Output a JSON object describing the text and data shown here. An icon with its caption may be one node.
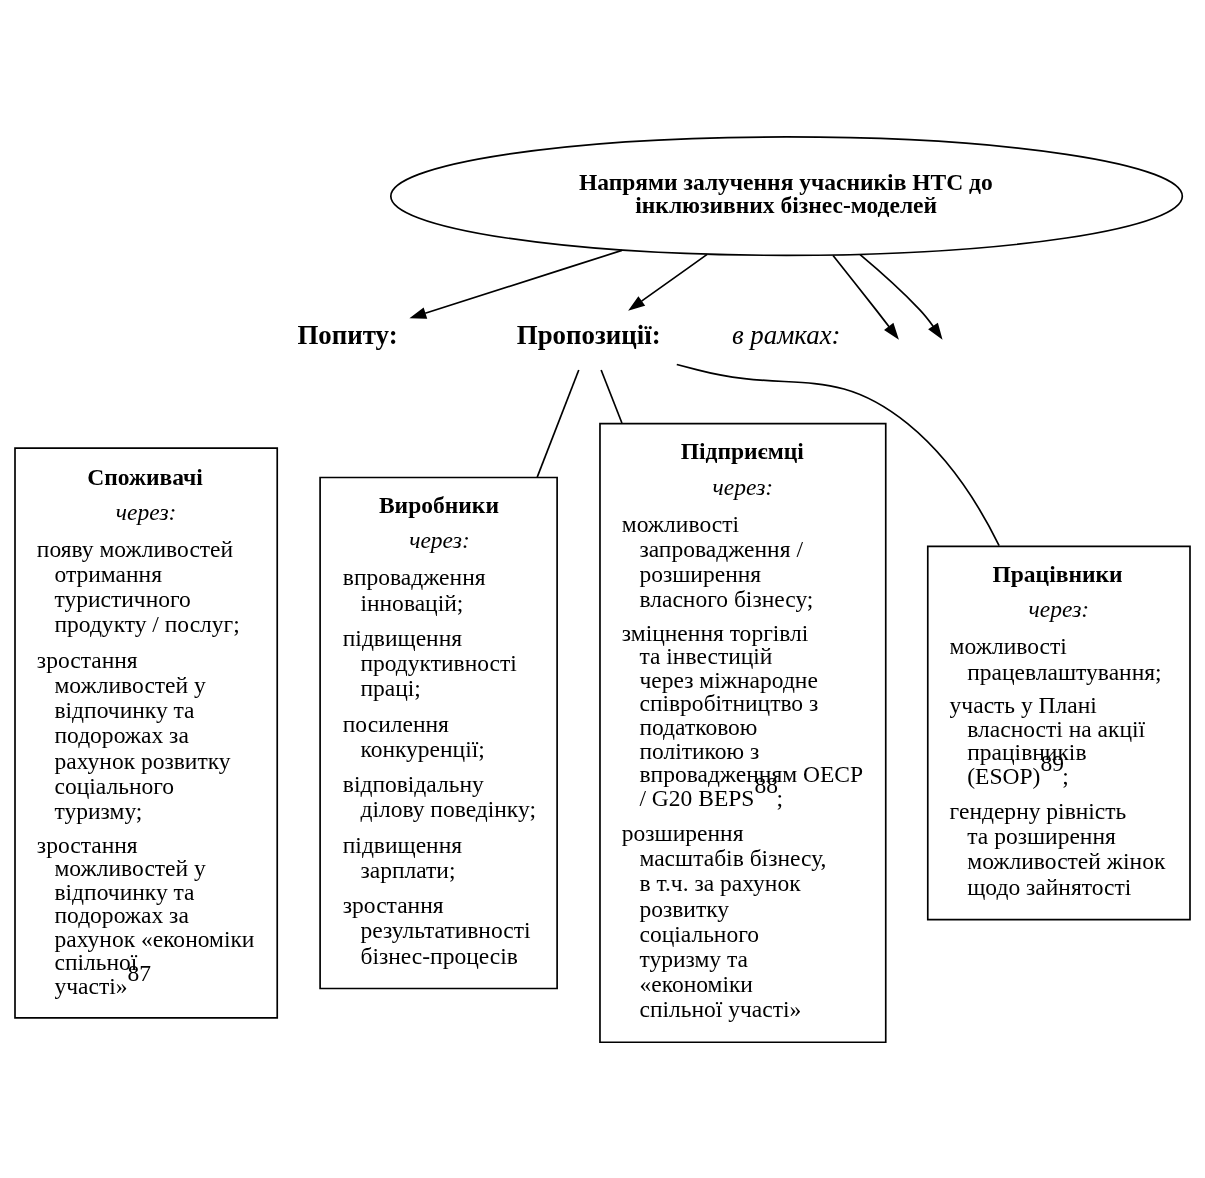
{
  "diagram": {
    "nodes": [
      {
        "text": [
          "Напрями залучення учасників НТС до інклюзивних бізнес-моделей"
        ]
      },
      {
        "text": [
          "Попиту:"
        ]
      },
      {
        "text": [
          "Пропозиції:"
        ]
      },
      {
        "text": [
          "Споживачі",
          "через:",
          "появу можливостей отримання туристичного продукту / послуг;",
          "зростання можливостей у відпочинку та подорожах за рахунок розвитку соціального туризму;",
          "зростання можливостей у відпочинку та подорожах за рахунок «економіки спільної участі»$^{87}$"
        ]
      },
      {
        "text": [
          "Виробники",
          "через:",
          "впровадження інновацій;",
          "підвищення продуктивності праці;",
          "посилення конкуренції;",
          "відповідальну ділову поведінку;",
          "підвищення зарплати;",
          "зростання результативності бізнес-процесів"
        ]
      },
      {
        "text": [
          "Підприємці",
          "через:",
          "можливості запровадження / розширення власного бізнесу;",
          "зміцнення торгівлі та інвестицій через міжнародне співробітництво з податковою політикою з впровадженням OECP / G20 BEPS$^{88}$;",
          "розширення масштабів бізнесу, в т.ч. за рахунок розвитку соціального туризму та «економіки спільної участі»"
        ]
      },
      {
        "text": [
          "Працівники",
          "через:",
          "можливості працевлаштування;",
          "участь у Плані власності на акції працівників (ESOP)$^{89}$;",
          "гендерну рівність та розширення можливостей жінок щодо зайнятості"
        ]
      }
    ],
    "edges": [
      {
        "from": 0,
        "to": 1,
        "arrow": "to"
      },
      {
        "from": 0,
        "to": null,
        "arrow": "to"
      },
      {
        "from": 0,
        "to": 2,
        "arrow": "to"
      },
      {
        "from": 0,
        "to": null,
        "arrow": "to"
      },
      {
        "from": 2,
        "to": 4,
        "arrow": "none"
      },
      {
        "from": 2,
        "to": 5,
        "arrow": "none"
      },
      {
        "from": 2,
        "to": 6,
        "arrow": "none"
      }
    ],
    "labels": [
      "в рамках:"
    ]
  }
}
